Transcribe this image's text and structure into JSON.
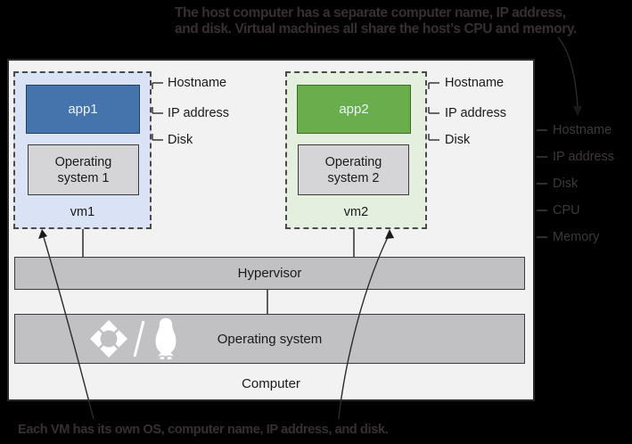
{
  "annotations": {
    "top_caption_line1": "The host computer has a separate computer name, IP address,",
    "top_caption_line2": "and disk. Virtual machines all share the host’s CPU and memory.",
    "bottom_caption": "Each VM has its own OS, computer name, IP address, and disk."
  },
  "vms": [
    {
      "name": "vm1",
      "app": "app1",
      "os_line1": "Operating",
      "os_line2": "system 1",
      "labels": [
        "Hostname",
        "IP address",
        "Disk"
      ]
    },
    {
      "name": "vm2",
      "app": "app2",
      "os_line1": "Operating",
      "os_line2": "system 2",
      "labels": [
        "Hostname",
        "IP address",
        "Disk"
      ]
    }
  ],
  "host_resources": [
    "Hostname",
    "IP address",
    "Disk",
    "CPU",
    "Memory"
  ],
  "layers": {
    "hypervisor": "Hypervisor",
    "operating_system": "Operating system",
    "computer": "Computer"
  },
  "icons": {
    "os_diamond": "os-diamond-logo",
    "penguin": "linux-penguin-logo"
  },
  "colors": {
    "app1_blue": "#4573ab",
    "app2_green": "#69ad4c",
    "vm1_bg": "#d9e3f5",
    "vm2_bg": "#e5efdf",
    "box_bg": "#f2f2f2",
    "bar_gray": "#c1c1c3",
    "os_box_gray": "#d5d5d7",
    "vm_border": "#4a4a4a",
    "bar_border": "#3a3a3a",
    "line_dark": "#2b2b2b",
    "caption_text": "#382f32",
    "host_label_text": "#3f383a"
  }
}
